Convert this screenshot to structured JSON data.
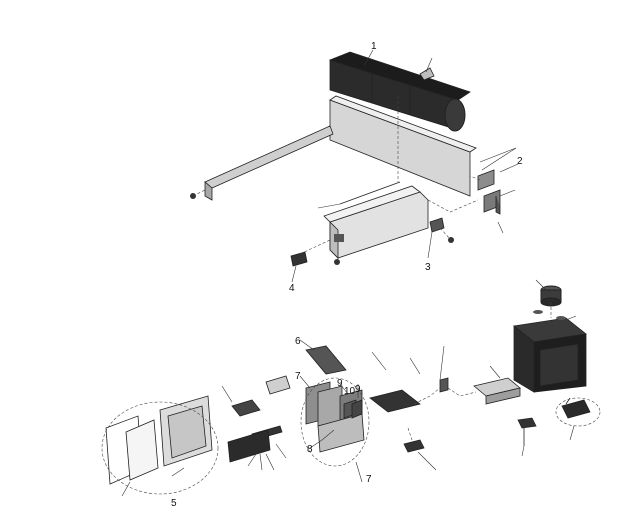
{
  "callouts": {
    "c1": "1",
    "c2": "2",
    "c3": "3",
    "c4": "4",
    "c5": "5",
    "c6": "6",
    "c7a": "7",
    "c7b": "7",
    "c8": "8",
    "c9a": "9",
    "c10": "10",
    "c9b": "9"
  },
  "colors": {
    "part_dark": "#2a2a2a",
    "part_mid": "#8c8c8c",
    "part_light": "#d4d4d4",
    "stroke": "#222222"
  }
}
